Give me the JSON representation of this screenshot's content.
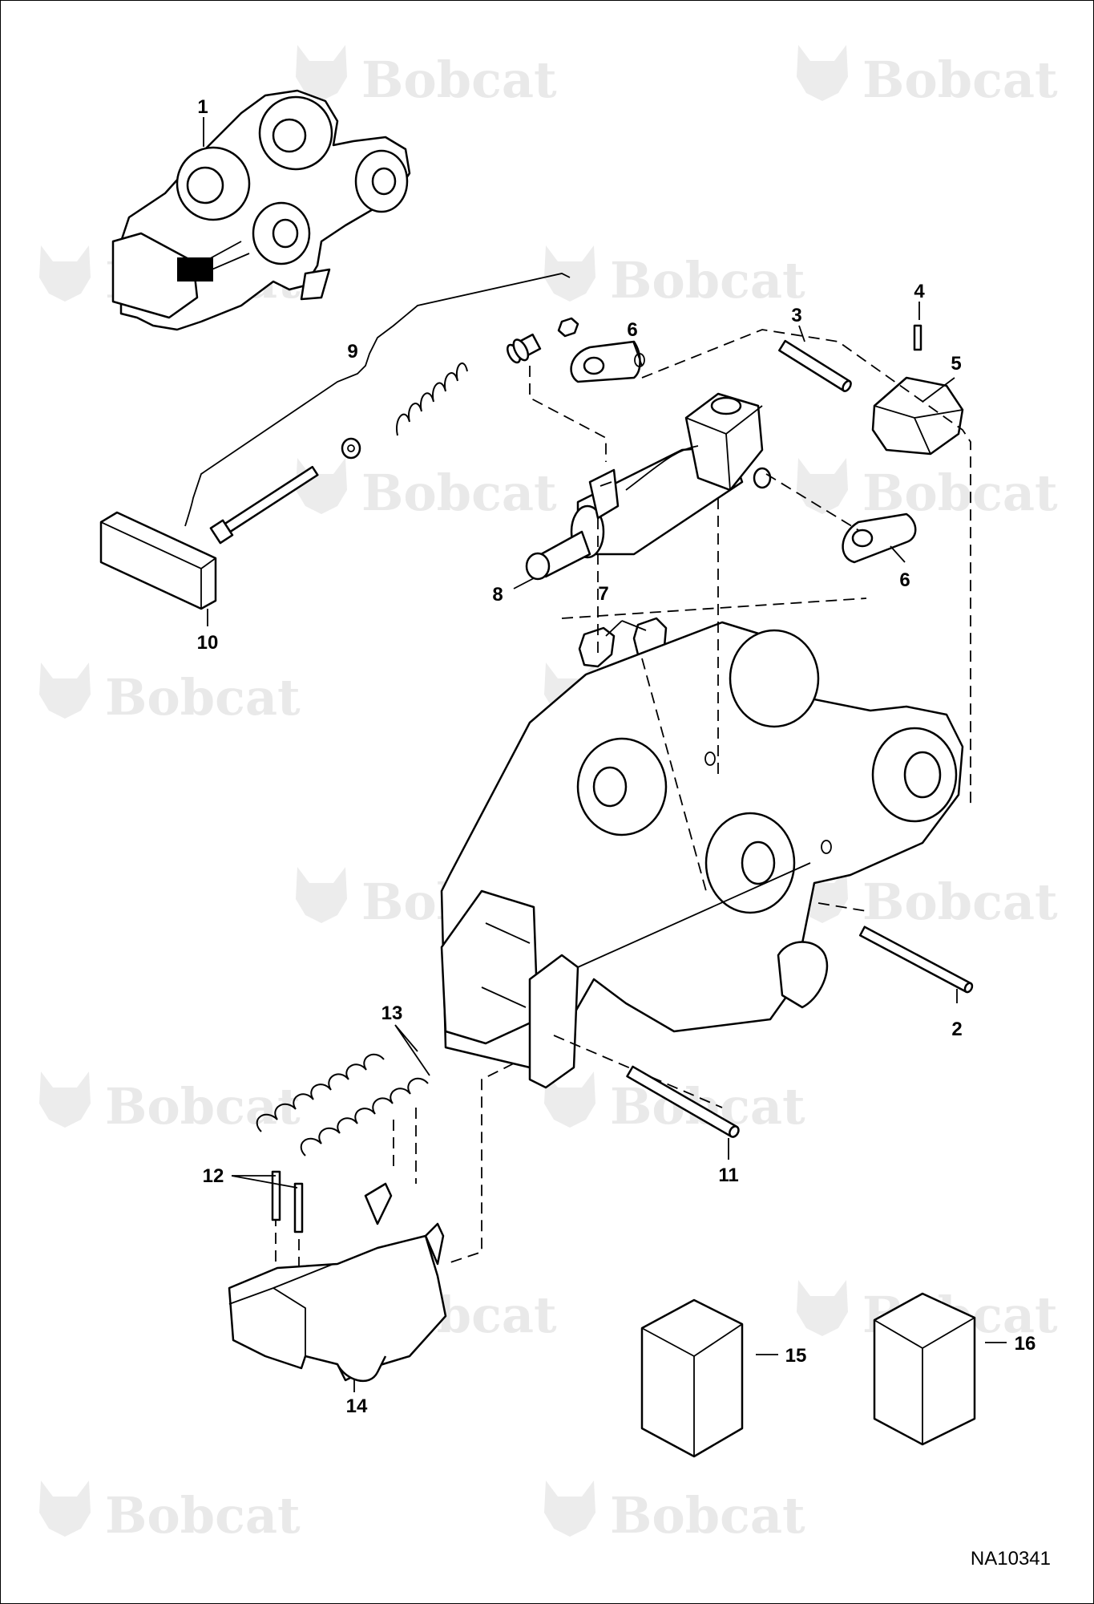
{
  "watermark": {
    "brand": "Bobcat",
    "mark": "®"
  },
  "drawing_id": "NA10341",
  "callouts": [
    {
      "id": "c1",
      "label": "1"
    },
    {
      "id": "c2",
      "label": "2"
    },
    {
      "id": "c3",
      "label": "3"
    },
    {
      "id": "c4",
      "label": "4"
    },
    {
      "id": "c5",
      "label": "5"
    },
    {
      "id": "c6a",
      "label": "6"
    },
    {
      "id": "c6b",
      "label": "6"
    },
    {
      "id": "c7",
      "label": "7"
    },
    {
      "id": "c8",
      "label": "8"
    },
    {
      "id": "c9",
      "label": "9"
    },
    {
      "id": "c10",
      "label": "10"
    },
    {
      "id": "c11",
      "label": "11"
    },
    {
      "id": "c12",
      "label": "12"
    },
    {
      "id": "c13",
      "label": "13"
    },
    {
      "id": "c14",
      "label": "14"
    },
    {
      "id": "c15",
      "label": "15"
    },
    {
      "id": "c16",
      "label": "16"
    }
  ]
}
